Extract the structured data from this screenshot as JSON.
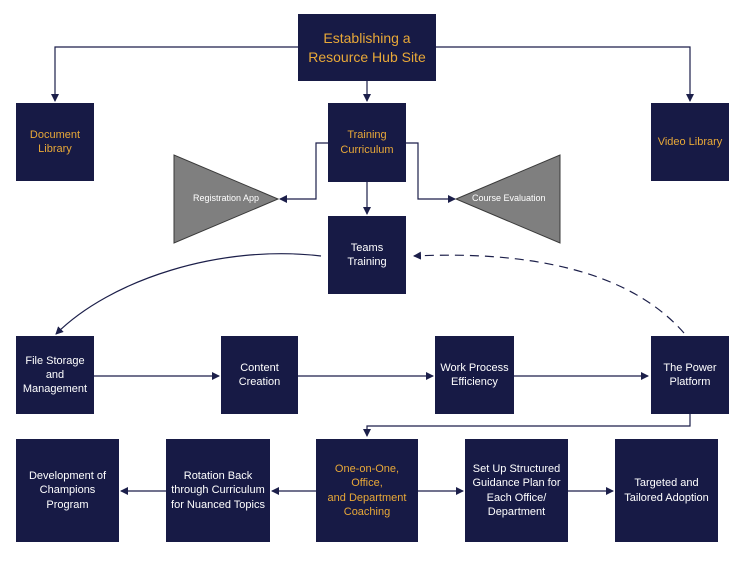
{
  "colors": {
    "box": "#171a45",
    "accent_text": "#e8a838",
    "triangle": "#7f7f7f",
    "line": "#1c1f4a"
  },
  "nodes": {
    "hub": "Establishing a\nResource Hub Site",
    "document_library": "Document\nLibrary",
    "training_curriculum": "Training\nCurriculum",
    "video_library": "Video Library",
    "teams_training": "Teams\nTraining",
    "file_storage": "File Storage\nand\nManagement",
    "content_creation": "Content\nCreation",
    "work_process": "Work Process\nEfficiency",
    "power_platform": "The Power\nPlatform",
    "champions": "Development of\nChampions Program",
    "rotation": "Rotation Back\nthrough Curriculum\nfor Nuanced Topics",
    "coaching": "One-on-One, Office,\nand Department\nCoaching",
    "guidance": "Set Up Structured\nGuidance Plan for\nEach Office/\nDepartment",
    "targeted": "Targeted and\nTailored Adoption"
  },
  "triangles": {
    "registration": "Registration App",
    "evaluation": "Course Evaluation"
  }
}
